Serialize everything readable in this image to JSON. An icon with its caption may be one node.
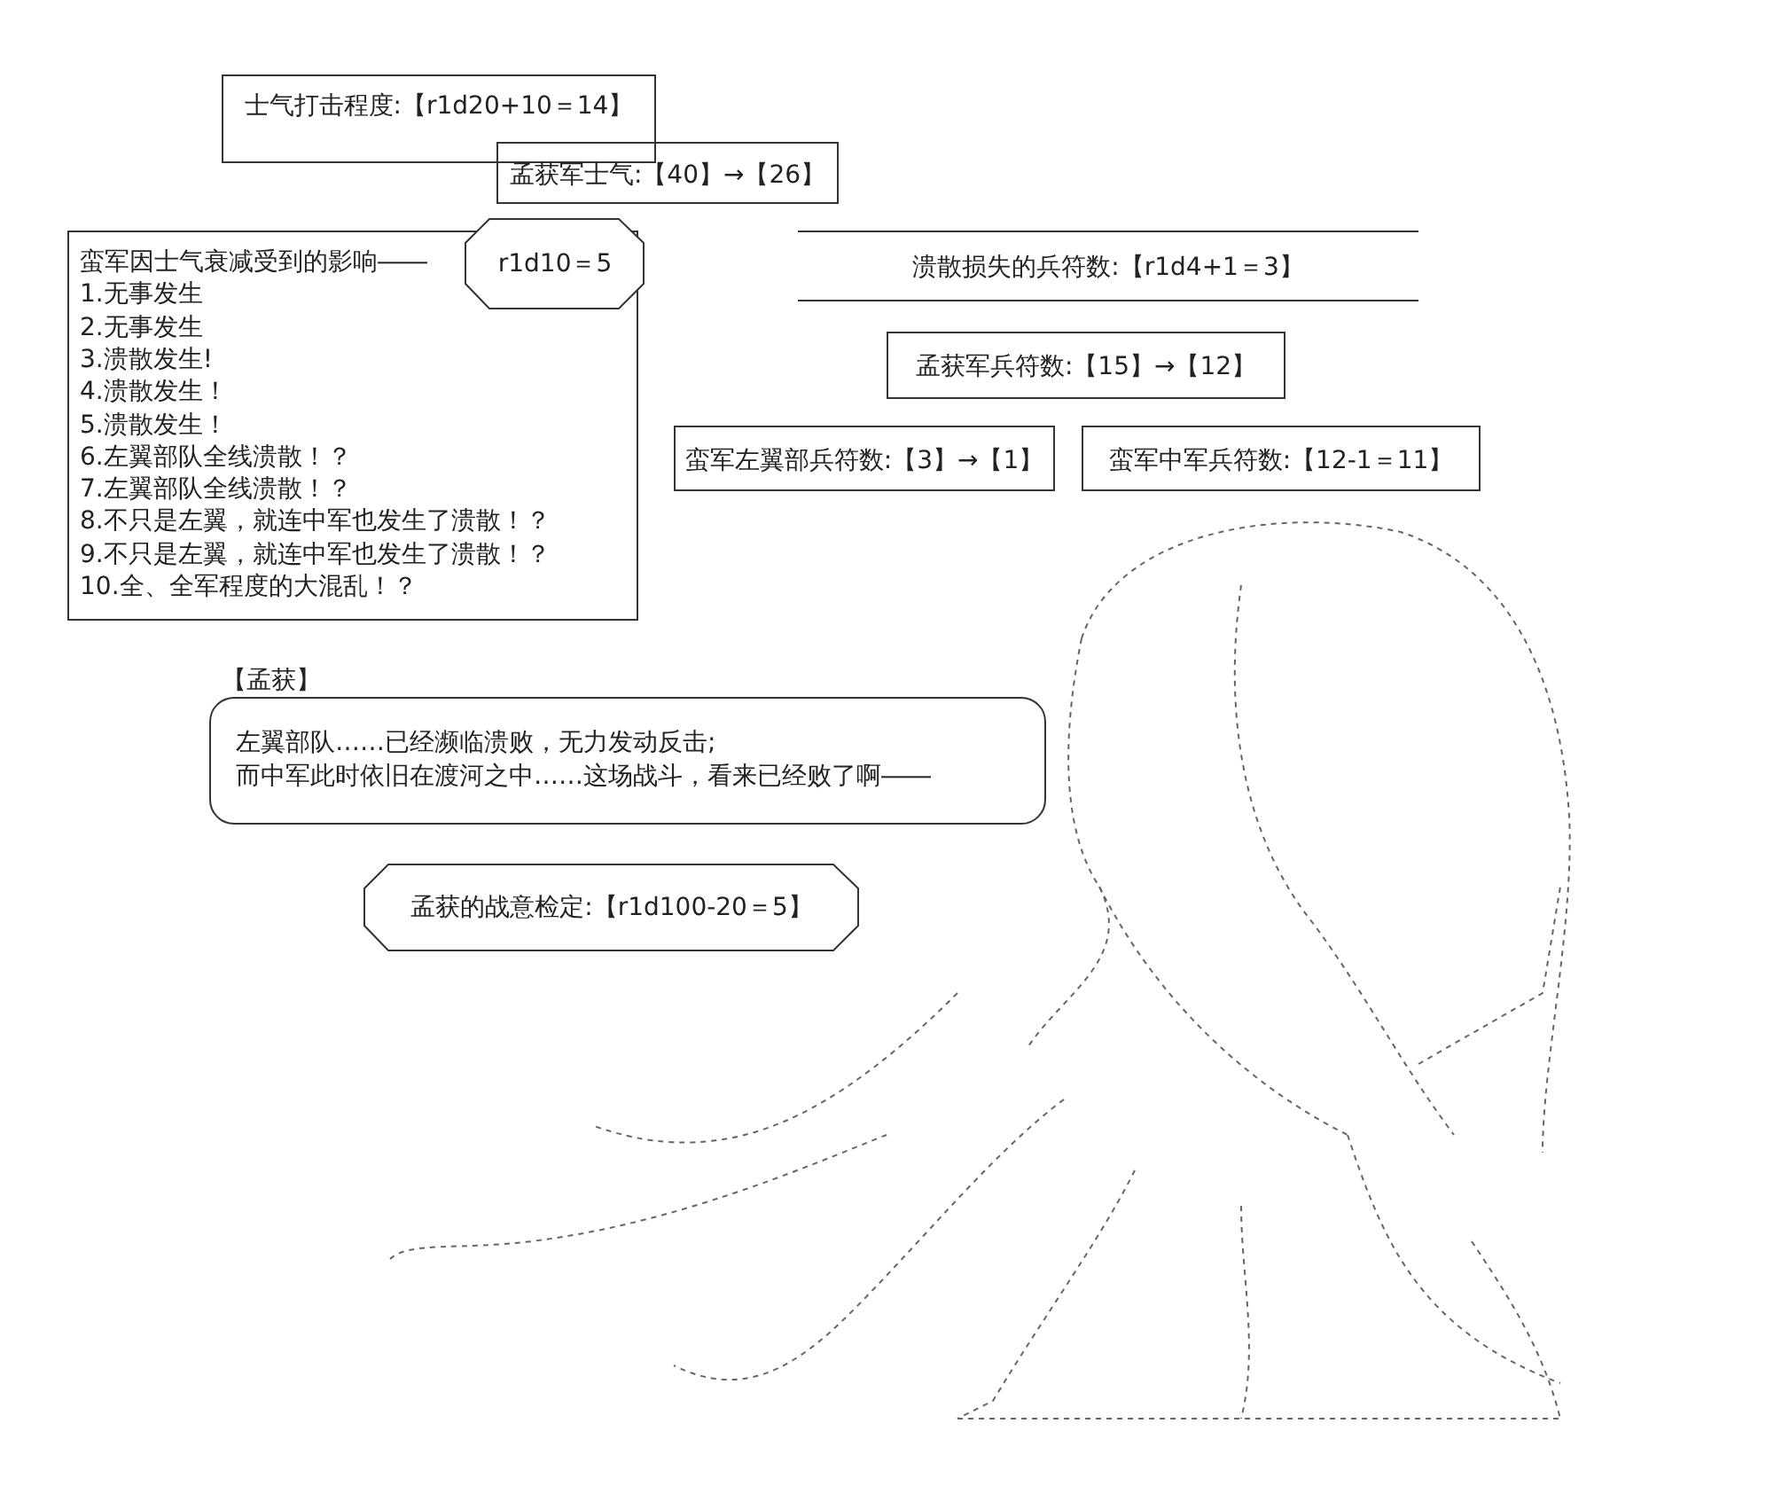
{
  "diagram": {
    "nodes": [
      {
        "text": [
          "士气打击程度:【r1d20+10＝14】"
        ]
      },
      {
        "text": [
          "孟获军士气:【40】→【26】"
        ]
      },
      {
        "text": [
          "蛮军因士气衰减受到的影响――",
          "1.无事发生",
          "2.无事发生",
          "3.溃散发生!",
          "4.溃散发生！",
          "5.溃散发生！",
          "6.左翼部队全线溃散！？",
          "7.左翼部队全线溃散！？",
          "8.不只是左翼，就连中军也发生了溃散！？",
          "9.不只是左翼，就连中军也发生了溃散！？",
          "10.全、全军程度的大混乱！？"
        ]
      },
      {
        "text": [
          "r1d10＝5"
        ]
      },
      {
        "text": [
          "溃散损失的兵符数:【r1d4+1＝3】"
        ]
      },
      {
        "text": [
          "孟获军兵符数:【15】→【12】"
        ]
      },
      {
        "text": [
          "蛮军左翼部兵符数:【3】→【1】"
        ]
      },
      {
        "text": [
          "蛮军中军兵符数:【12-1＝11】"
        ]
      },
      {
        "text": [
          "【孟获】",
          "左翼部队……已经濒临溃败，无力发动反击;",
          "而中军此时依旧在渡河之中……这场战斗，看来已经败了啊――"
        ]
      },
      {
        "text": [
          "孟获的战意检定:【r1d100-20＝5】"
        ]
      }
    ]
  }
}
